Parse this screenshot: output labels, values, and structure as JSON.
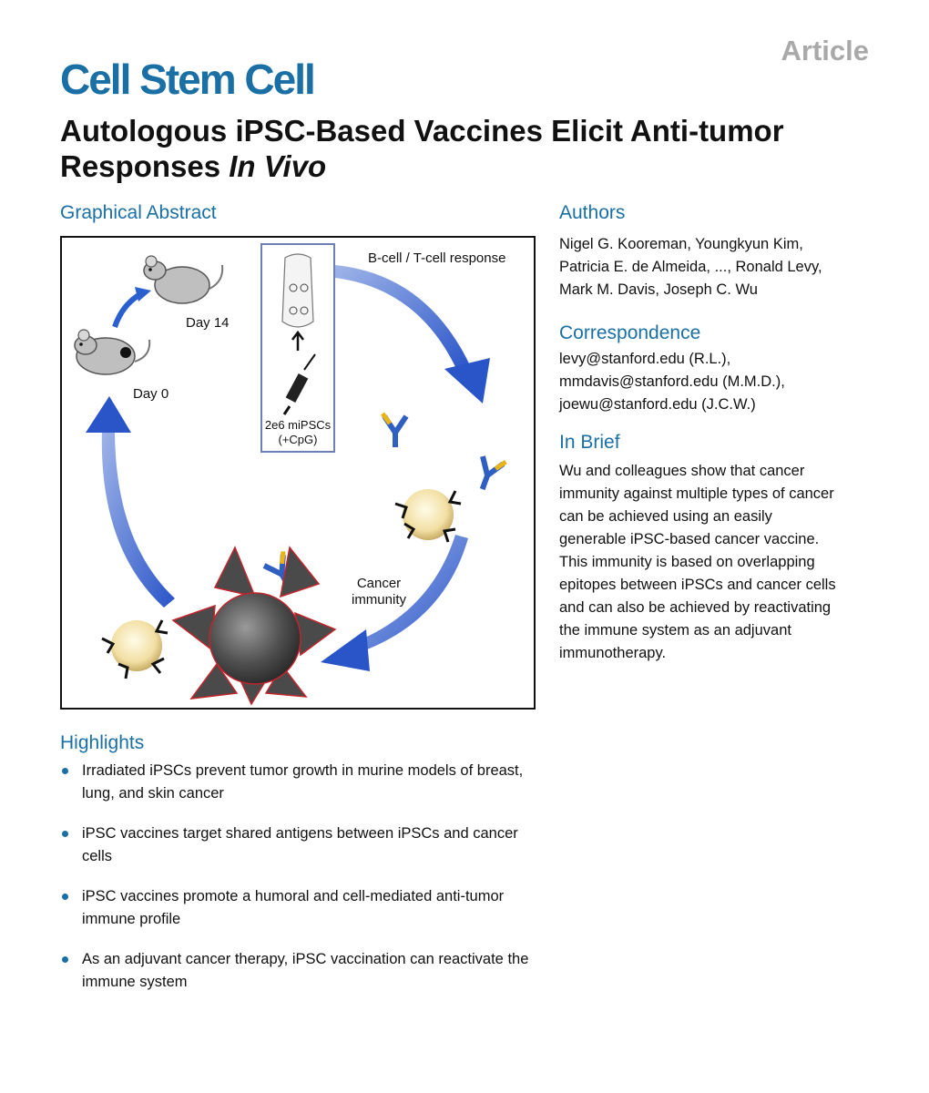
{
  "header": {
    "article_label": "Article",
    "journal": "Cell Stem Cell",
    "title_line1": "Autologous iPSC-Based Vaccines Elicit Anti-tumor",
    "title_line2_prefix": "Responses ",
    "title_line2_italic": "In Vivo"
  },
  "graphical_abstract": {
    "heading": "Graphical Abstract",
    "labels": {
      "day14": "Day 14",
      "day0": "Day 0",
      "bt_response": "B-cell / T-cell response",
      "mipsc1": "2e6 miPSCs",
      "mipsc2": "(+CpG)",
      "cancer1": "Cancer",
      "cancer2": "immunity"
    },
    "colors": {
      "arrow": "#2a5fcf",
      "antibody_blue": "#2f5fc0",
      "antibody_yellow": "#e8b418",
      "tumor": "#555555",
      "box_border": "#6d7fb3"
    }
  },
  "authors": {
    "heading": "Authors",
    "lines": [
      "Nigel G. Kooreman, Youngkyun Kim,",
      "Patricia E. de Almeida, ..., Ronald Levy,",
      "Mark M. Davis, Joseph C. Wu"
    ]
  },
  "correspondence": {
    "heading": "Correspondence",
    "lines": [
      "levy@stanford.edu (R.L.),",
      "mmdavis@stanford.edu (M.M.D.),",
      "joewu@stanford.edu (J.C.W.)"
    ]
  },
  "in_brief": {
    "heading": "In Brief",
    "lines": [
      "Wu and colleagues show that cancer",
      "immunity against multiple types of cancer",
      "can be achieved using an easily",
      "generable iPSC-based cancer vaccine.",
      "This immunity is based on overlapping",
      "epitopes between iPSCs and cancer cells",
      "and can also be achieved by reactivating",
      "the immune system as an adjuvant",
      "immunotherapy."
    ]
  },
  "highlights": {
    "heading": "Highlights",
    "items": [
      "Irradiated iPSCs prevent tumor growth in murine models of breast, lung, and skin cancer",
      "iPSC vaccines target shared antigens between iPSCs and cancer cells",
      "iPSC vaccines promote a humoral and cell-mediated anti-tumor immune profile",
      "As an adjuvant cancer therapy, iPSC vaccination can reactivate the immune system"
    ]
  }
}
